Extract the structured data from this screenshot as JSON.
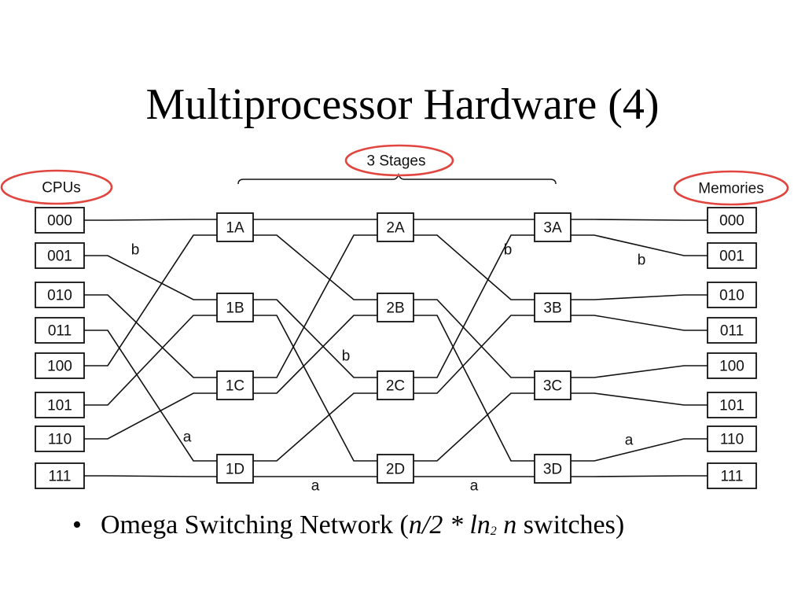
{
  "slide": {
    "title": "Multiprocessor Hardware (4)"
  },
  "diagram": {
    "stages_label": "3 Stages",
    "cpus_label": "CPUs",
    "memories_label": "Memories",
    "highlight_color": "#e0463f",
    "cpus": [
      "000",
      "001",
      "010",
      "011",
      "100",
      "101",
      "110",
      "111"
    ],
    "memories": [
      "000",
      "001",
      "010",
      "011",
      "100",
      "101",
      "110",
      "111"
    ],
    "switches": [
      {
        "id": "1A",
        "label": "1A"
      },
      {
        "id": "1B",
        "label": "1B"
      },
      {
        "id": "1C",
        "label": "1C"
      },
      {
        "id": "1D",
        "label": "1D"
      },
      {
        "id": "2A",
        "label": "2A"
      },
      {
        "id": "2B",
        "label": "2B"
      },
      {
        "id": "2C",
        "label": "2C"
      },
      {
        "id": "2D",
        "label": "2D"
      },
      {
        "id": "3A",
        "label": "3A"
      },
      {
        "id": "3B",
        "label": "3B"
      },
      {
        "id": "3C",
        "label": "3C"
      },
      {
        "id": "3D",
        "label": "3D"
      }
    ],
    "path_labels": [
      {
        "id": "b1",
        "text": "b"
      },
      {
        "id": "b2",
        "text": "b"
      },
      {
        "id": "b3",
        "text": "b"
      },
      {
        "id": "b4",
        "text": "b"
      },
      {
        "id": "a1",
        "text": "a"
      },
      {
        "id": "a2",
        "text": "a"
      },
      {
        "id": "a3",
        "text": "a"
      },
      {
        "id": "a4",
        "text": "a"
      }
    ]
  },
  "bullet": {
    "prefix": "Omega Switching Network (",
    "n2": "n/2",
    "op": " * ",
    "ln": "ln",
    "sub": "2",
    "n": " n",
    "suffix": " switches)"
  }
}
